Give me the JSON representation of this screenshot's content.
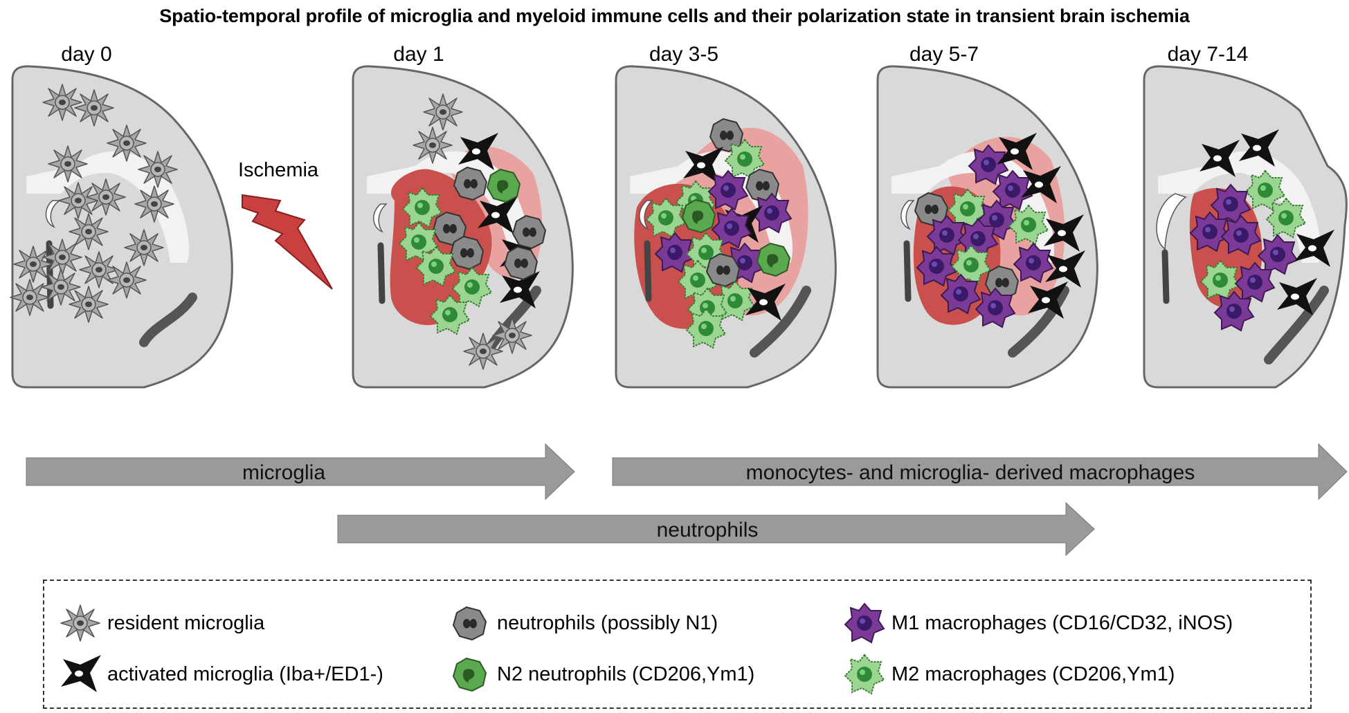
{
  "title": "Spatio-temporal profile of microglia and myeloid immune cells and their polarization state in transient brain ischemia",
  "stages": [
    "day 0",
    "day 1",
    "day 3-5",
    "day 5-7",
    "day 7-14"
  ],
  "trigger": "Ischemia",
  "arrows": {
    "microglia": "microglia",
    "macrophages": "monocytes- and microglia- derived macrophages",
    "neutrophils": "neutrophils"
  },
  "legend": {
    "resident_microglia": "resident microglia",
    "activated_microglia": "activated microglia (Iba+/ED1-)",
    "neutrophils_n1": "neutrophils (possibly N1)",
    "n2_neutrophils": "N2 neutrophils (CD206,Ym1)",
    "m1_macrophages": "M1 macrophages (CD16/CD32, iNOS)",
    "m2_macrophages": "M2 macrophages (CD206,Ym1)"
  },
  "colors": {
    "brain": "#d9d9d9",
    "infarct_core": "#c9504c",
    "penumbra": "#e8a3a0",
    "arrow": "#9a9a9a",
    "m1": "#7b3a98",
    "m2": "#8fd18a",
    "n2": "#4f9a45",
    "n1": "#8a8a8a"
  }
}
